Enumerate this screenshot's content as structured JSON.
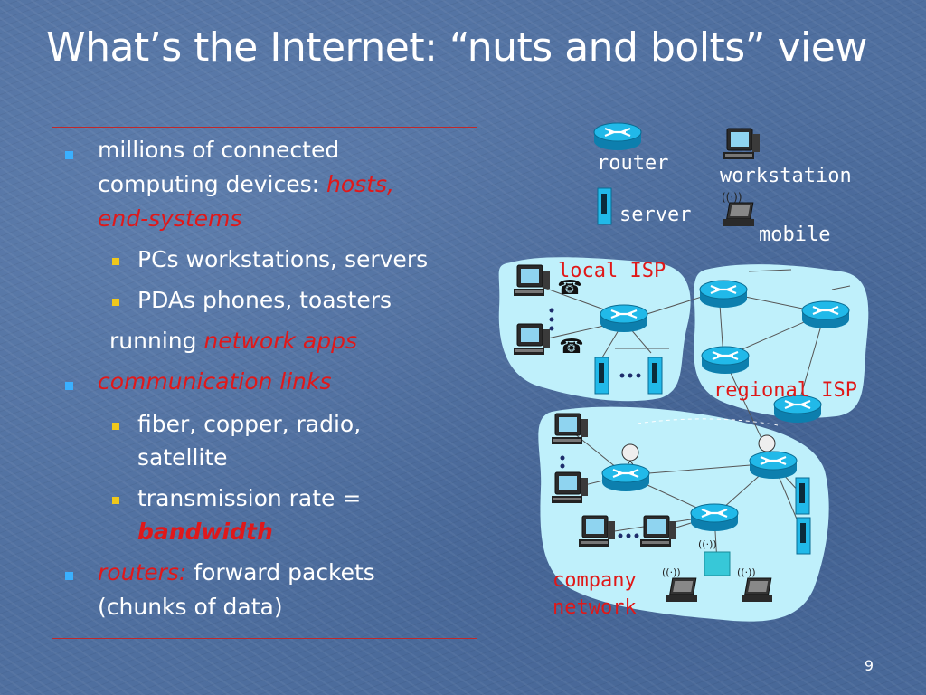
{
  "slide": {
    "title": "What’s the Internet: “nuts and bolts” view",
    "page_number": "9"
  },
  "bullets": {
    "b1_line1": "millions of connected",
    "b1_line2_prefix": "computing devices: ",
    "b1_line2_hl": "hosts,",
    "b1_line3_hl": "end-systems",
    "sub1": "PCs workstations, servers",
    "sub2": "PDAs phones, toasters",
    "running_prefix": "running ",
    "running_hl": "network apps",
    "b2_hl": "communication links",
    "sub3_line1": "fiber, copper, radio,",
    "sub3_line2": "satellite",
    "sub4_line1": "transmission rate =",
    "sub4_hl": "bandwidth",
    "b3_hl": "routers:",
    "b3_rest": " forward packets",
    "b3_line2": "(chunks of data)"
  },
  "legend": {
    "router": "router",
    "workstation": "workstation",
    "server": "server",
    "mobile": "mobile"
  },
  "network_labels": {
    "local_isp": "local ISP",
    "regional_isp": "regional ISP",
    "company_line1": "company",
    "company_line2": "network"
  },
  "colors": {
    "background": "#4f6f9f",
    "accent_red": "#e0181a",
    "bullet_blue": "#3ab0ff",
    "bullet_yellow": "#f0c81a",
    "cloud": "#bff0fb",
    "router": "#1aa8d8"
  }
}
